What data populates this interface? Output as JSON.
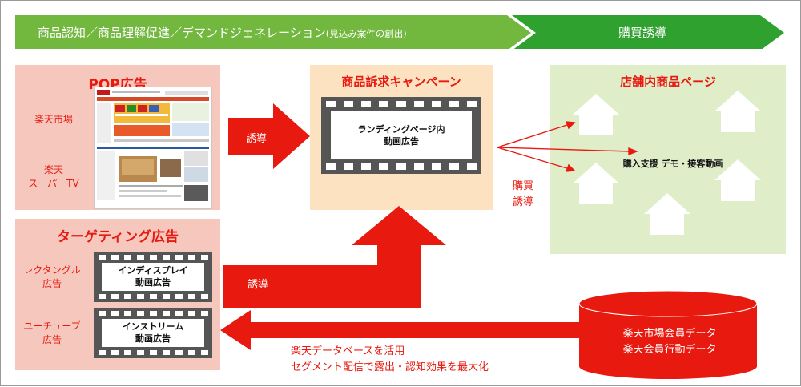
{
  "stages": {
    "awareness_main": "商品認知／商品理解促進／デマンドジェネレーション",
    "awareness_sub": "(見込み案件の創出)",
    "purchase": "購買誘導"
  },
  "pop_ads": {
    "title": "POP広告",
    "rakuten_ichiba": "楽天市場",
    "rakuten_super_tv_line1": "楽天",
    "rakuten_super_tv_line2": "スーパーTV"
  },
  "targeting_ads": {
    "title": "ターゲティング広告",
    "rectangle_line1": "レクタングル",
    "rectangle_line2": "広告",
    "youtube_line1": "ユーチューブ",
    "youtube_line2": "広告",
    "indisplay_line1": "インディスプレイ",
    "indisplay_line2": "動画広告",
    "instream_line1": "インストリーム",
    "instream_line2": "動画広告"
  },
  "campaign": {
    "title": "商品訴求キャンペーン",
    "film_line1": "ランディングページ内",
    "film_line2": "動画広告"
  },
  "store": {
    "title": "店舗内商品ページ",
    "center_text": "購入支援 デモ・接客動画"
  },
  "arrows": {
    "guide_top": "誘導",
    "guide_bottom": "誘導",
    "purchase_line1": "購買",
    "purchase_line2": "誘導"
  },
  "database": {
    "line1": "楽天市場会員データ",
    "line2": "楽天会員行動データ"
  },
  "caption": {
    "line1": "楽天データベースを活用",
    "line2": "セグメント配信で露出・認知効果を最大化"
  },
  "colors": {
    "stage_awareness": "#72b83f",
    "stage_purchase": "#2ea12e",
    "accent_red": "#e8190f",
    "panel_pink": "#f6c8bd",
    "panel_orange": "#fde2c2",
    "panel_green": "#dfeec8"
  }
}
